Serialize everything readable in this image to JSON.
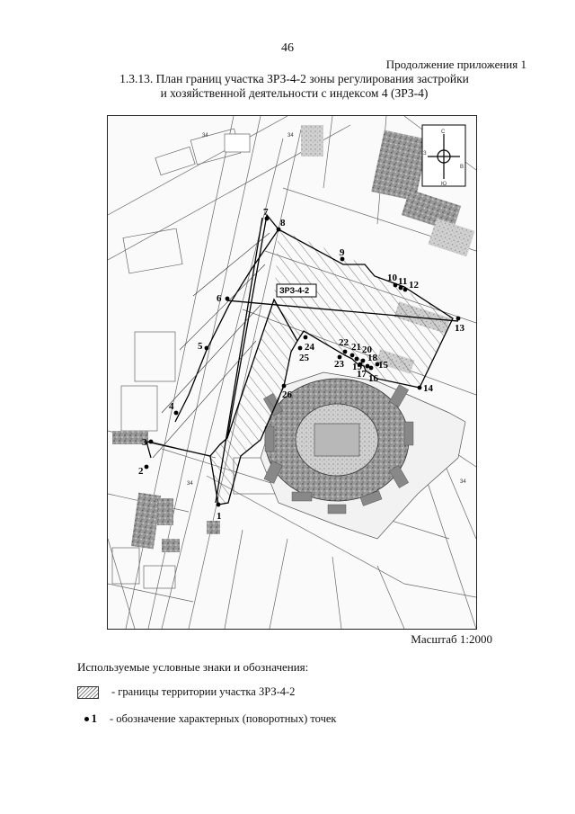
{
  "page": {
    "number": "46",
    "continuation": "Продолжение приложения 1",
    "title_line1": "1.3.13. План границ участка ЗРЗ-4-2 зоны регулирования застройки",
    "title_line2": "и хозяйственной деятельности с индексом 4 (ЗРЗ-4)"
  },
  "map": {
    "zone_label": "ЗРЗ-4-2",
    "district_labels": [
      "34",
      "34",
      "34",
      "34"
    ],
    "compass": {
      "north": "С",
      "south": "Ю",
      "west": "З",
      "east": "В"
    },
    "points": [
      "1",
      "2",
      "3",
      "4",
      "5",
      "6",
      "7",
      "8",
      "9",
      "10",
      "11",
      "12",
      "13",
      "14",
      "15",
      "16",
      "17",
      "18",
      "19",
      "20",
      "21",
      "22",
      "23",
      "24",
      "25",
      "26"
    ],
    "hatch_color": "#444444",
    "boundary_color": "#000000"
  },
  "scale": "Масштаб 1:2000",
  "legend": {
    "title": "Используемые условные знаки и обозначения:",
    "zone_text": "- границы территории участка ЗРЗ-4-2",
    "point_sample": "1",
    "point_text": "- обозначение характерных (поворотных) точек"
  }
}
